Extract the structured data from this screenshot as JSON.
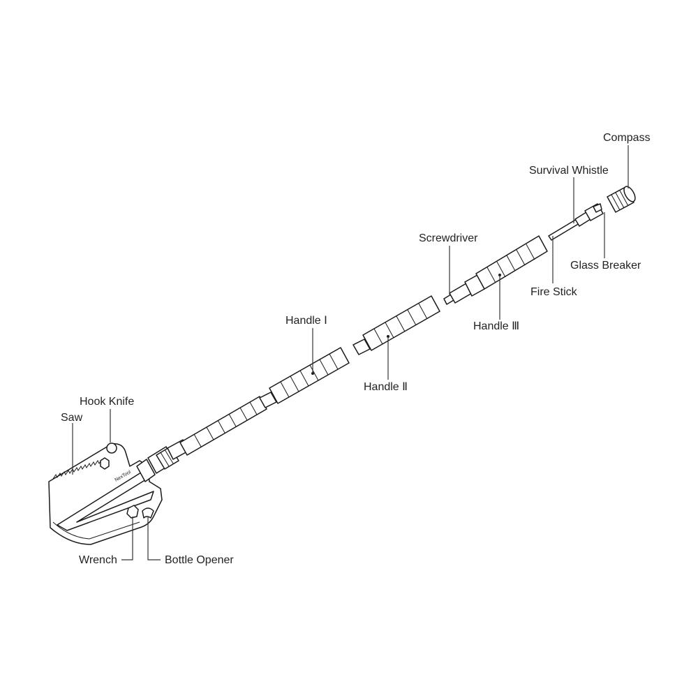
{
  "diagram": {
    "labels": {
      "compass": "Compass",
      "survival_whistle": "Survival Whistle",
      "glass_breaker": "Glass Breaker",
      "screwdriver": "Screwdriver",
      "fire_stick": "Fire Stick",
      "handle_3": "Handle Ⅲ",
      "handle_1": "Handle Ⅰ",
      "handle_2": "Handle Ⅱ",
      "hook_knife": "Hook Knife",
      "saw": "Saw",
      "wrench": "Wrench",
      "bottle_opener": "Bottle Opener"
    },
    "brand": "NexTool"
  }
}
